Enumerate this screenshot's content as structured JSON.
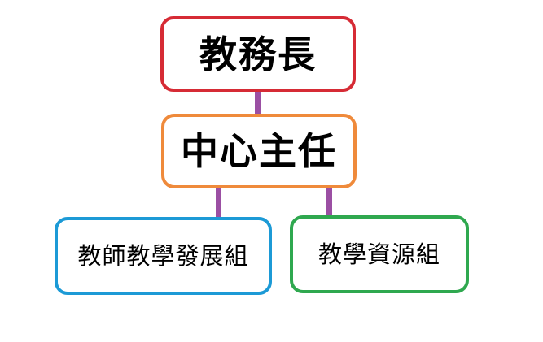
{
  "org_chart": {
    "top": {
      "label": "教務長",
      "border_color": "#d62b35"
    },
    "middle": {
      "label": "中心主任",
      "border_color": "#ef8a3b"
    },
    "children": [
      {
        "label": "教師教學發展組",
        "border_color": "#1c9ad6"
      },
      {
        "label": "教學資源組",
        "border_color": "#2fa84f"
      }
    ],
    "connector_color": "#9b4fa3"
  }
}
